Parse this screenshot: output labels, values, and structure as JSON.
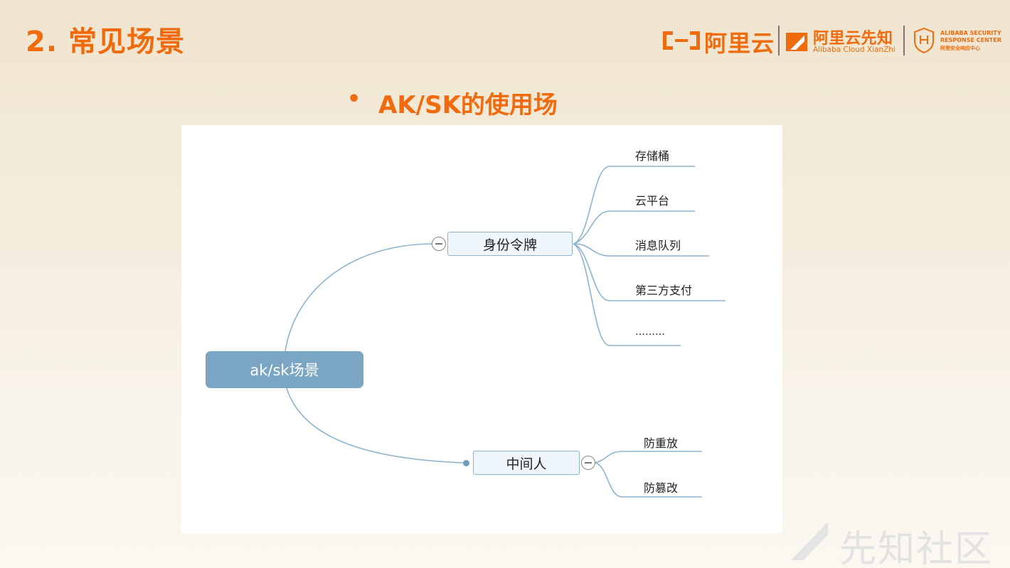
{
  "slide": {
    "title": "2. 常见场景",
    "bullet": "•",
    "subtitle": "AK/SK的使用场"
  },
  "logos": {
    "aliyun": "阿里云",
    "xianzhi_cn": "阿里云先知",
    "xianzhi_en": "Alibaba Cloud XianZhi",
    "asrc_line1": "ALIBABA SECURITY",
    "asrc_line2": "RESPONSE CENTER",
    "asrc_line3": "阿里安全响应中心"
  },
  "mindmap": {
    "root": "ak/sk场景",
    "branches": [
      {
        "label": "身份令牌",
        "children": [
          "存储桶",
          "云平台",
          "消息队列",
          "第三方支付",
          "………"
        ]
      },
      {
        "label": "中间人",
        "children": [
          "防重放",
          "防篡改"
        ]
      }
    ]
  },
  "watermark": {
    "text": "先知社区"
  },
  "colors": {
    "accent": "#f06a0e",
    "root_fill": "#7aa6c4",
    "connector": "#8fb3cd"
  }
}
